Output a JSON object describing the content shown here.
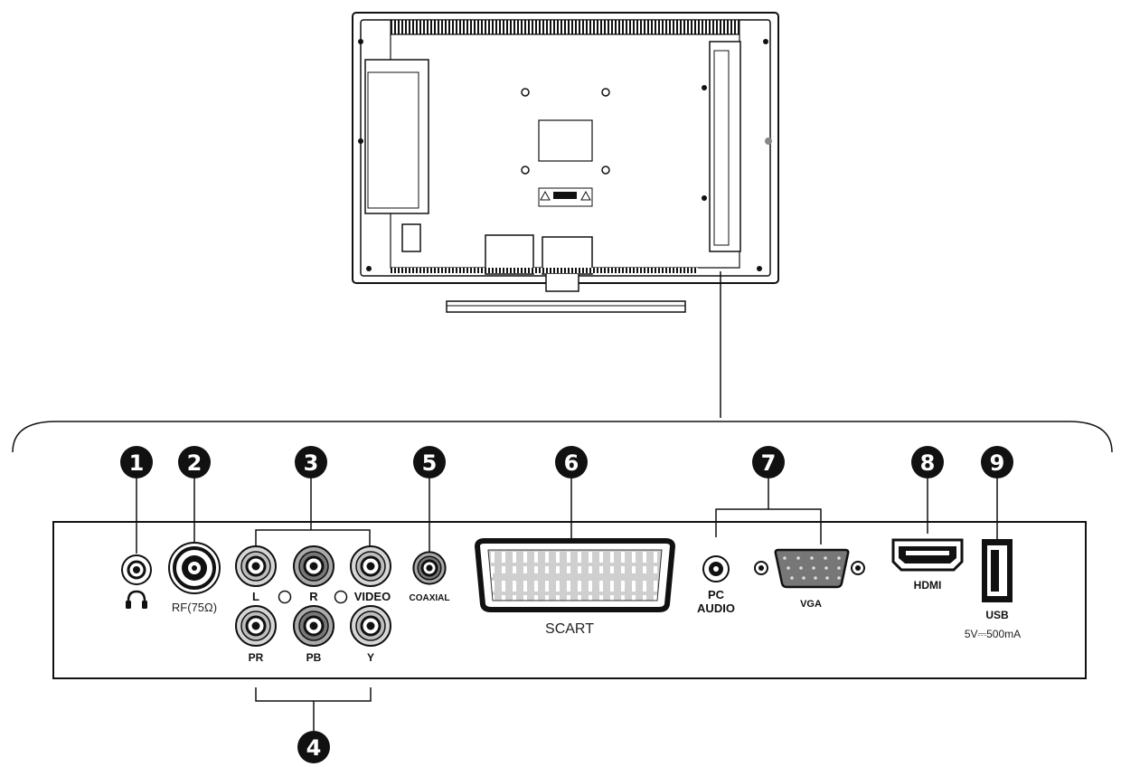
{
  "callouts": [
    {
      "number": "1",
      "name": "headphone"
    },
    {
      "number": "2",
      "name": "rf"
    },
    {
      "number": "3",
      "name": "av-input"
    },
    {
      "number": "4",
      "name": "component-input"
    },
    {
      "number": "5",
      "name": "coaxial"
    },
    {
      "number": "6",
      "name": "scart"
    },
    {
      "number": "7",
      "name": "pc-input"
    },
    {
      "number": "8",
      "name": "hdmi"
    },
    {
      "number": "9",
      "name": "usb"
    }
  ],
  "labels": {
    "rf": "RF(75Ω)",
    "left": "L",
    "right": "R",
    "video": "VIDEO",
    "coaxial": "COAXIAL",
    "scart": "SCART",
    "pc_line1": "PC",
    "pc_line2": "AUDIO",
    "vga": "VGA",
    "hdmi": "HDMI",
    "usb": "USB",
    "usb_rating": "5V⎓500mA",
    "pr": "PR",
    "pb": "PB",
    "y": "Y"
  },
  "icons": {
    "headphone": "headphone-icon"
  }
}
